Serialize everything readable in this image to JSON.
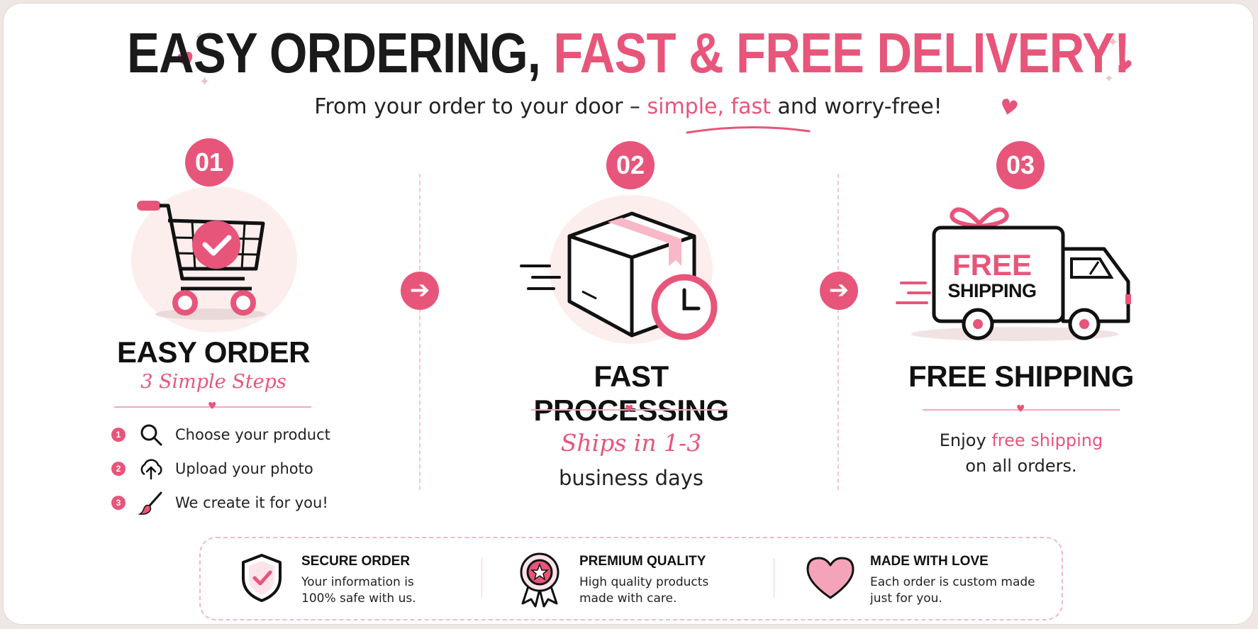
{
  "header": {
    "title_black": "EASY ORDERING,",
    "title_pink": "FAST & FREE DELIVERY!",
    "subtitle_pre": "From your order to your door – ",
    "subtitle_pink": "simple, fast",
    "subtitle_post": " and worry-free!"
  },
  "steps": [
    {
      "number": "01",
      "icon": "shopping-cart-check-icon",
      "heading": "EASY ORDER",
      "script": "3 Simple Steps",
      "items": [
        {
          "num": "1",
          "icon": "search-icon",
          "label": "Choose your product"
        },
        {
          "num": "2",
          "icon": "upload-cloud-icon",
          "label": "Upload your photo"
        },
        {
          "num": "3",
          "icon": "paintbrush-icon",
          "label": "We create it for you!"
        }
      ]
    },
    {
      "number": "02",
      "icon": "box-clock-icon",
      "heading": "FAST PROCESSING",
      "script": "Ships in 1-3",
      "body": "business days"
    },
    {
      "number": "03",
      "icon": "delivery-truck-icon",
      "truck_text_1": "FREE",
      "truck_text_2": "SHIPPING",
      "heading": "FREE SHIPPING",
      "body_pre": "Enjoy ",
      "body_pink": "free shipping",
      "body_line2": "on all orders."
    }
  ],
  "features": [
    {
      "icon": "shield-check-icon",
      "title": "SECURE ORDER",
      "line1": "Your information is",
      "line2": "100% safe with us."
    },
    {
      "icon": "award-ribbon-icon",
      "title": "PREMIUM QUALITY",
      "line1": "High quality products",
      "line2": "made with care."
    },
    {
      "icon": "heart-icon",
      "title": "MADE WITH LOVE",
      "line1": "Each order is custom made",
      "line2": "just for you."
    }
  ],
  "colors": {
    "accent": "#e8557a",
    "soft_pink": "#fdeeee",
    "text": "#111111"
  }
}
